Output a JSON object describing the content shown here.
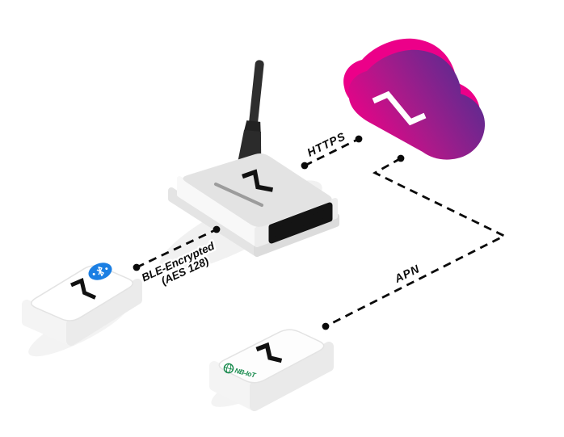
{
  "diagram": {
    "type": "iot-architecture",
    "background": "#ffffff",
    "devices": {
      "cloud": {
        "name": "cloud-service",
        "logo": "bolt-icon"
      },
      "gateway": {
        "name": "gateway-router",
        "logo": "bolt-icon",
        "parts": [
          "antenna",
          "status-slot"
        ]
      },
      "beacon": {
        "name": "ble-beacon",
        "logo": "bolt-icon",
        "badge": "bluetooth-icon"
      },
      "nbiot": {
        "name": "nbiot-sensor",
        "logo": "bolt-icon",
        "badge": "globe-icon",
        "badge_text": "NB-IoT"
      }
    },
    "connections": {
      "ble": {
        "from": "ble-beacon",
        "to": "gateway-router",
        "label_line1": "BLE-Encrypted",
        "label_line2": "(AES 128)"
      },
      "https": {
        "from": "gateway-router",
        "to": "cloud-service",
        "label": "HTTPS"
      },
      "apn": {
        "from": "nbiot-sensor",
        "to": "cloud-service",
        "label": "APN"
      }
    },
    "colors": {
      "cloud_magenta": "#ee0087",
      "cloud_magenta_back": "#ec0089",
      "cloud_purple": "#5b2b90",
      "bluetooth_blue": "#1b7fe3",
      "nbiot_green": "#15894b",
      "line_black": "#0a0a0a"
    }
  }
}
